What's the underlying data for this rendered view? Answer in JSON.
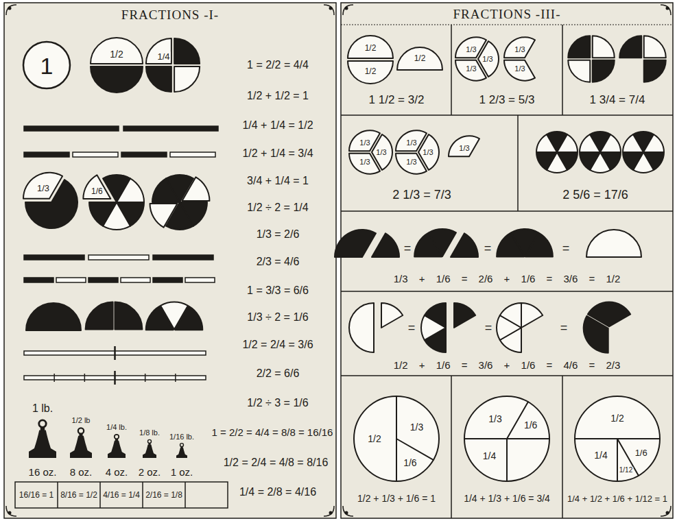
{
  "diagram": {
    "title": "FRACTIONS -I-",
    "nodes": [
      {
        "text": [
          "1"
        ]
      },
      {
        "text": [
          "1/2"
        ]
      },
      {
        "text": [
          "1/4"
        ]
      },
      {
        "text": [
          "1/3"
        ]
      },
      {
        "text": [
          "1/6"
        ]
      },
      {
        "text": [
          "1/2",
          "1/2"
        ]
      },
      {
        "text": [
          "1/2"
        ]
      },
      {
        "text": [
          "1/3",
          "1/3",
          "1/3"
        ]
      },
      {
        "text": [
          "1/3",
          "1/3"
        ]
      },
      {
        "text": [
          "1/3",
          "1/3",
          "1/3"
        ]
      },
      {
        "text": [
          "1/3",
          "1/3",
          "1/3"
        ]
      },
      {
        "text": [
          "1/3"
        ]
      },
      {
        "text": [
          "1/2",
          "1/3",
          "1/6"
        ]
      },
      {
        "text": [
          "1/3",
          "1/6",
          "1/4"
        ]
      },
      {
        "text": [
          "1/2",
          "1/4",
          "1/12",
          "1/6"
        ]
      }
    ],
    "labels": [
      "FRACTIONS -III-",
      "1 = 2/2 = 4/4",
      "1/2 + 1/2 = 1",
      "1/4 + 1/4 = 1/2",
      "1/2 + 1/4 = 3/4",
      "3/4 + 1/4 = 1",
      "1/2 ÷ 2 = 1/4",
      "1/3 = 2/6",
      "2/3 = 4/6",
      "1 = 3/3 = 6/6",
      "1/3 ÷ 2 = 1/6",
      "1/2 = 2/4 = 3/6",
      "2/2 = 6/6",
      "1/2 ÷ 3 = 1/6",
      "1 = 2/2 = 4/4 = 8/8 = 16/16",
      "1/2 = 2/4 = 4/8 = 8/16",
      "1/4 = 2/8 = 4/16",
      "1 lb.",
      "1/2 lb",
      "1/4 lb.",
      "1/8 lb.",
      "1/16 lb.",
      "16 oz.",
      "8 oz.",
      "4 oz.",
      "2 oz.",
      "1 oz.",
      "16/16 = 1",
      "8/16 = 1/2",
      "4/16 = 1/4",
      "2/16 = 1/8",
      "1 1/2 = 3/2",
      "1 2/3 = 5/3",
      "1 3/4 = 7/4",
      "2 1/3 = 7/3",
      "2 5/6 = 17/6",
      "1/3 + 1/6 = 2/6 + 1/6 = 3/6 = 1/2",
      "=",
      "=",
      "=",
      "1/2 + 1/6 = 3/6 + 1/6 = 4/6 = 2/3",
      "=",
      "=",
      "=",
      "1/2 + 1/3 + 1/6 = 1",
      "1/4 + 1/3 + 1/6 = 3/4",
      "1/4 + 1/2 + 1/6 + 1/12 = 1"
    ]
  }
}
